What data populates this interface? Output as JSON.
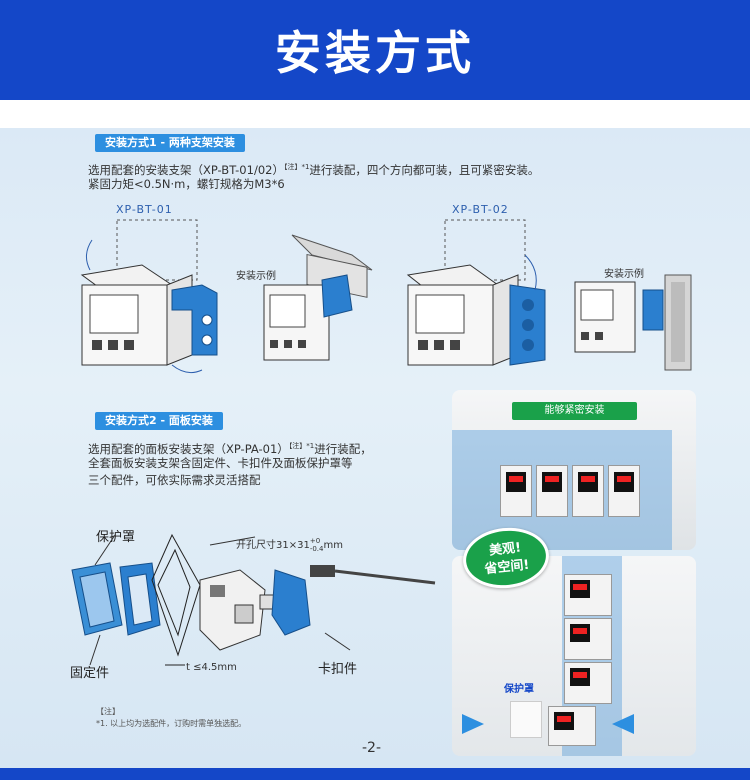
{
  "header": {
    "title": "安装方式"
  },
  "section1": {
    "pill": "安装方式1 - 两种支架安装",
    "line1": "选用配套的安装支架（XP-BT-01/02）",
    "line1_sup": "【注】*1",
    "line1_tail": "进行装配，四个方向都可装，且可紧密安装。",
    "line2": "紧固力矩<0.5N·m，螺钉规格为M3*6",
    "model_a": "XP-BT-01",
    "model_b": "XP-BT-02",
    "example_a": "安装示例",
    "example_b": "安装示例"
  },
  "section2": {
    "pill": "安装方式2 - 面板安装",
    "line1": "选用配套的面板安装支架（XP-PA-01）",
    "line1_sup": "【注】*1",
    "line1_tail": "进行装配，",
    "line2": "全套面板安装支架含固定件、卡扣件及面板保护罩等",
    "line3": "三个配件，可依实际需求灵活搭配",
    "callout_cover": "保护罩",
    "callout_fixer": "固定件",
    "callout_clip": "卡扣件",
    "cutout": "开孔尺寸31×31",
    "cutout_tol_plus": "+0",
    "cutout_tol_minus": "-0.4",
    "cutout_unit": "mm",
    "thickness": "t ≤4.5mm"
  },
  "photos": {
    "top_banner": "能够紧密安装",
    "badge_line1": "美观!",
    "badge_line2": "省空间!",
    "cover_label": "保护罩"
  },
  "note": {
    "title": "【注】",
    "line1": "*1. 以上均为选配件，订购时需单独选配。"
  },
  "page_number": "-2-",
  "colors": {
    "brand": "#1447c8",
    "pill": "#2d8fe0",
    "bracket": "#2b7fcf",
    "badge": "#1aa14a"
  }
}
